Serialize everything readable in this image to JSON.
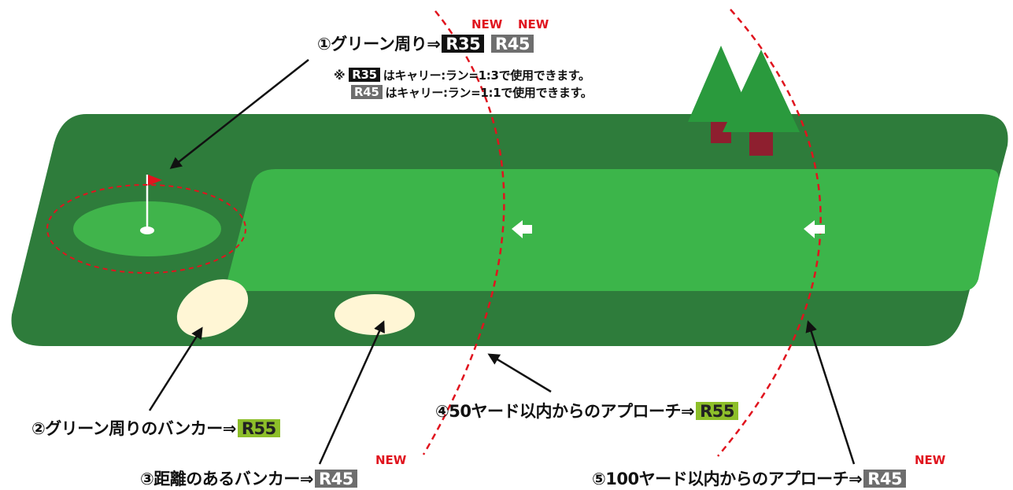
{
  "labels": {
    "green_around": {
      "text": "①グリーン周り⇒",
      "badges": [
        "R35",
        "R45"
      ]
    },
    "bunker_green": {
      "text": "②グリーン周りのバンカー⇒",
      "badge": "R55"
    },
    "bunker_distance": {
      "text": "③距離のあるバンカー⇒",
      "badge": "R45"
    },
    "approach_50": {
      "text": "④50ヤード以内からのアプローチ⇒",
      "badge": "R55"
    },
    "approach_100": {
      "text": "⑤100ヤード以内からのアプローチ⇒",
      "badge": "R45"
    }
  },
  "new_tag": "NEW",
  "notes": [
    {
      "prefix": "※",
      "badge": "R35",
      "text": "はキャリー:ラン=1:3で使用できます。"
    },
    {
      "prefix": "",
      "badge": "R45",
      "text": "はキャリー:ラン=1:1で使用できます。"
    }
  ],
  "colors": {
    "rough": "#2e7c3b",
    "fairway": "#3cb54a",
    "green": "#40b44b",
    "sand": "#fff6d5",
    "tree": "#2a9a3d",
    "trunk": "#8e1f2f",
    "dashed": "#e0141e",
    "badge_r35": "#111111",
    "badge_r45": "#6e6e6e",
    "badge_r55": "#8dbf2a"
  },
  "icons": [
    "flag-icon",
    "hole-icon",
    "tree-icon",
    "left-arrow-icon"
  ]
}
